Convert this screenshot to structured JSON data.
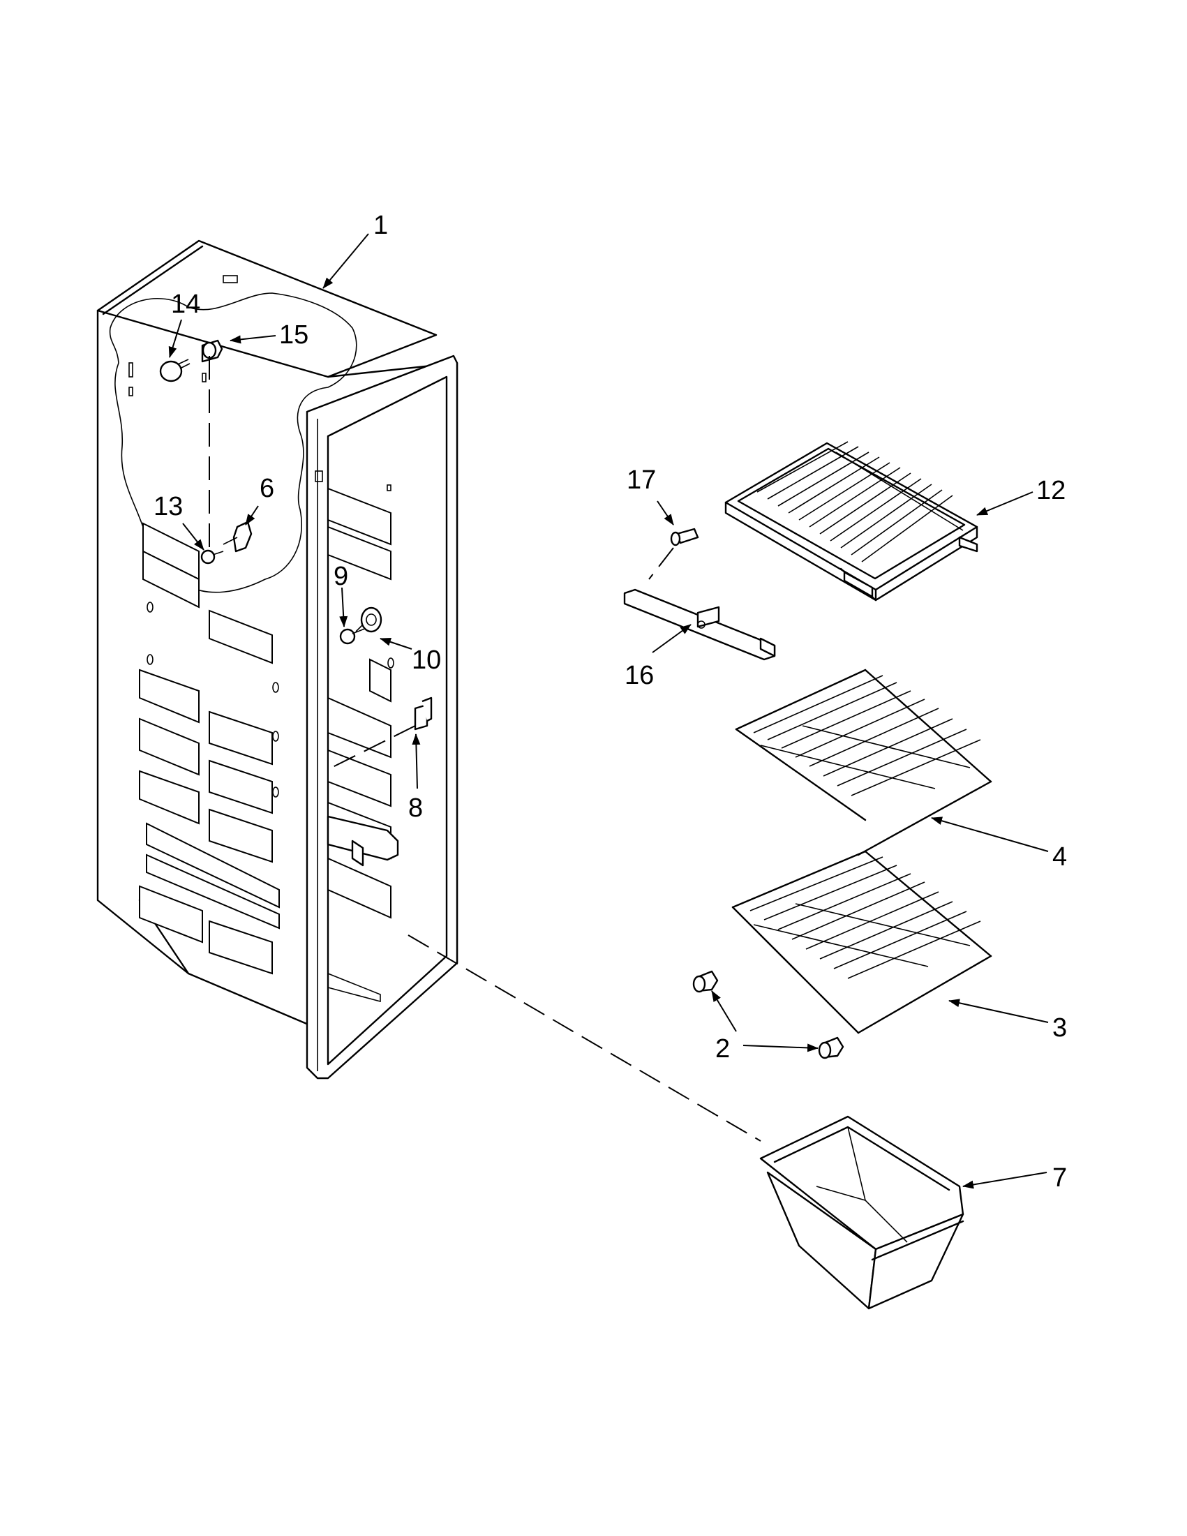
{
  "callouts": [
    {
      "id": "1",
      "label": "1"
    },
    {
      "id": "2",
      "label": "2"
    },
    {
      "id": "3",
      "label": "3"
    },
    {
      "id": "4",
      "label": "4"
    },
    {
      "id": "6",
      "label": "6"
    },
    {
      "id": "7",
      "label": "7"
    },
    {
      "id": "8",
      "label": "8"
    },
    {
      "id": "9",
      "label": "9"
    },
    {
      "id": "10",
      "label": "10"
    },
    {
      "id": "12",
      "label": "12"
    },
    {
      "id": "13",
      "label": "13"
    },
    {
      "id": "14",
      "label": "14"
    },
    {
      "id": "15",
      "label": "15"
    },
    {
      "id": "16",
      "label": "16"
    },
    {
      "id": "17",
      "label": "17"
    }
  ]
}
